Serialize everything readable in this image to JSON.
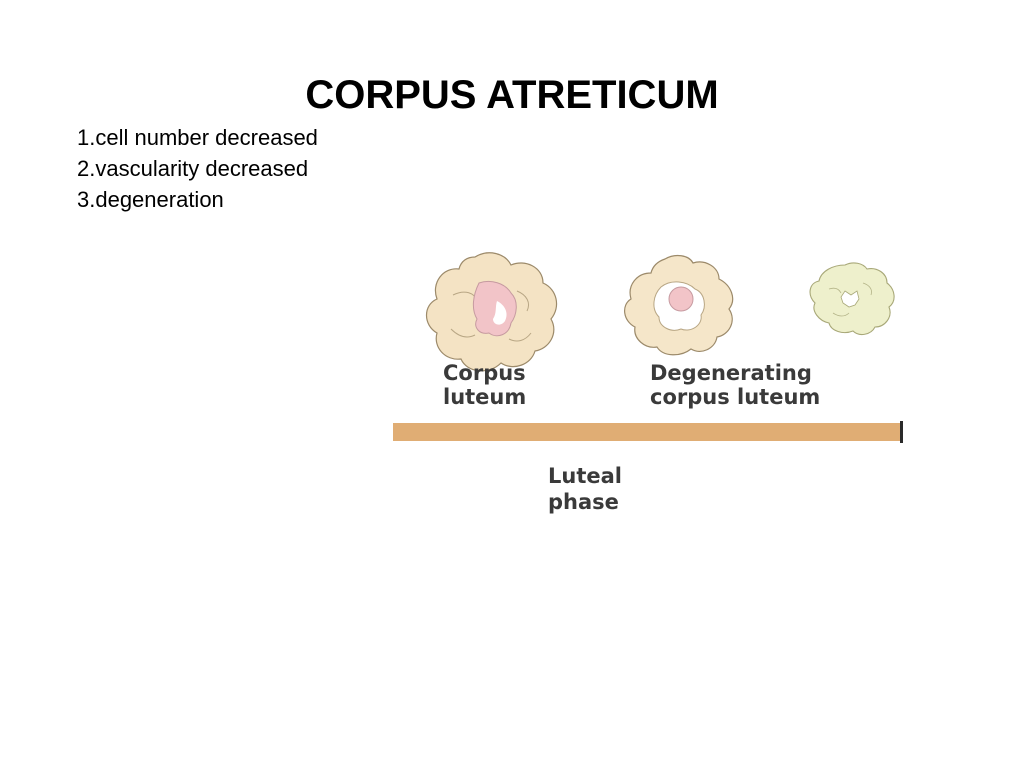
{
  "slide": {
    "title": "CORPUS ATRETICUM",
    "points": [
      "1.cell number decreased",
      "2.vascularity decreased",
      "3.degeneration"
    ]
  },
  "figure": {
    "stages": [
      {
        "label_line1": "Corpus",
        "label_line2": "luteum"
      },
      {
        "label_line1": "Degenerating",
        "label_line2": "corpus luteum"
      },
      {
        "label_line1": "",
        "label_line2": ""
      }
    ],
    "phase_label_line1": "Luteal",
    "phase_label_line2": "phase",
    "colors": {
      "corpus_luteum_fill": "#f4e3c4",
      "degenerating_fill": "#f5e6c9",
      "albicans_fill": "#eef0cc",
      "outline": "#9c8a6a",
      "core": "#f2c4c8",
      "phase_bar": "#e0ad74",
      "phase_bar_edge": "#2a2a2a"
    }
  }
}
